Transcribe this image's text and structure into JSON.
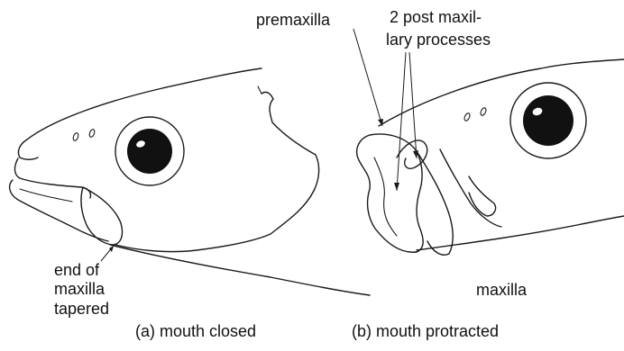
{
  "labels": {
    "premaxilla": "premaxilla",
    "post_maxillary_line1": "2 post maxil-",
    "post_maxillary_line2": "lary processes",
    "end_line1": "end of",
    "end_line2": "maxilla",
    "end_line3": "tapered",
    "maxilla": "maxilla"
  },
  "captions": {
    "a": "(a) mouth closed",
    "b": "(b) mouth protracted"
  }
}
